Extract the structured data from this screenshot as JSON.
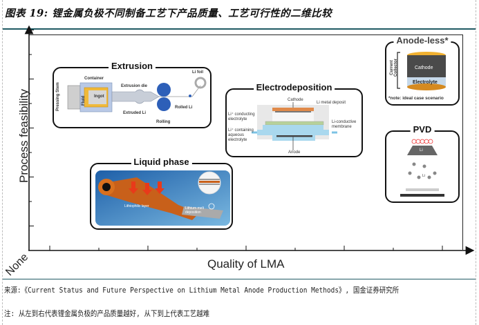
{
  "figure": {
    "title": "图表 19: 锂金属负极不同制备工艺下产品质量、工艺可行性的二维比较",
    "source_note": "来源:《Current Status and Future Perspective on Lithium Metal Anode Production Methods》, 国金证券研究所",
    "footnote": "注: 从左到右代表锂金属负极的产品质量越好, 从下到上代表工艺越难"
  },
  "axes": {
    "x_label": "Quality of LMA",
    "y_label": "Process feasibility",
    "origin_label": "None"
  },
  "panels": {
    "extrusion": {
      "title": "Extrusion",
      "labels": {
        "pressing_stem": "Pressing Stem",
        "container": "Container",
        "fluid": "Fluid",
        "ingot": "Ingot",
        "extrusion_die": "Extrusion die",
        "extruded_li": "Extruded Li",
        "rolling": "Rolling",
        "rolled_li": "Rolled Li",
        "li_foil": "Li foil"
      }
    },
    "electrodeposition": {
      "title": "Electrodeposition",
      "labels": {
        "cathode": "Cathode",
        "li_metal_deposit": "Li metal deposit",
        "li_conducting_electrolyte": "Li⁺ conducting electrolyte",
        "li_conductive_membrane": "Li-conductive membrane",
        "li_aqueous_electrolyte": "Li⁺ containing aqueous electrolyte",
        "anode": "Anode"
      }
    },
    "anode_less": {
      "title": "Anode-less*",
      "labels": {
        "current_collector": "Current Collector",
        "cathode": "Cathode",
        "electrolyte": "Electrolyte",
        "note": "*note: ideal case scenario"
      }
    },
    "pvd": {
      "title": "PVD",
      "labels": {
        "li_source": "Li",
        "li_atom": "Li"
      }
    },
    "liquid_phase": {
      "title": "Liquid phase",
      "labels": {
        "lithiophilic_layer": "Lithiophilic layer",
        "lithium_melt_deposition": "Lithium melt deposition"
      }
    }
  },
  "colors": {
    "rule": "#1f5a63",
    "rolling_blue": "#2d5fb8",
    "copper": "#d9701e",
    "gold": "#e6a21e",
    "electrolyte_blue": "#a9d8ee",
    "membrane_green": "#b7d19a",
    "liquid_bg": "#2f7fc0"
  }
}
